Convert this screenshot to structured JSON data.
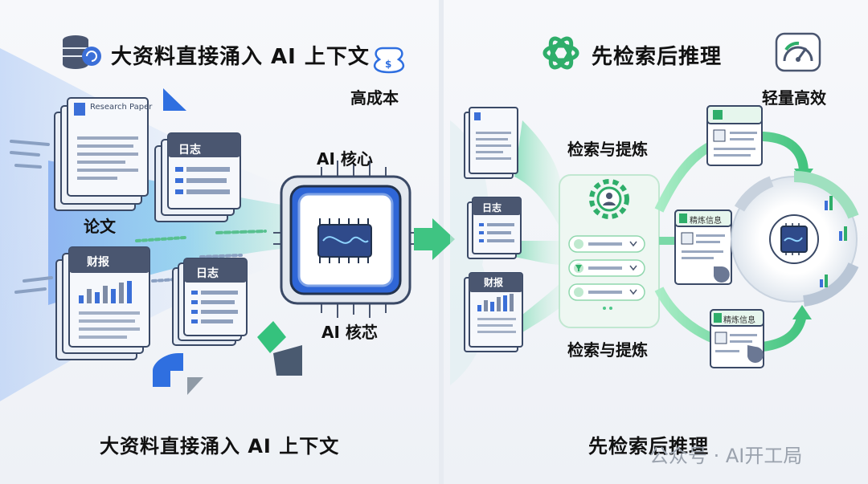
{
  "left": {
    "title": "大资料直接涌入 AI 上下文",
    "cost_label": "高成本",
    "doc_paper": "论文",
    "doc_paper_header": "Research Paper",
    "doc_log_top": "日志",
    "doc_finance": "财报",
    "doc_log_bottom": "日志",
    "core_top": "AI 核心",
    "core_bottom": "AI 核芯",
    "footer": "大资料直接涌入 AI 上下文"
  },
  "right": {
    "title": "先检索后推理",
    "efficiency_label": "轻量高效",
    "doc_log": "日志",
    "doc_finance": "财报",
    "retrieve_top": "检索与提炼",
    "retrieve_bottom": "检索与提炼",
    "refined_mid": "精炼信息",
    "refined_bottom": "精炼信息",
    "footer": "先检索后推理"
  },
  "watermark": "公众号 · AI开工局",
  "colors": {
    "blue": "#3b6fd8",
    "green": "#3fbf7f",
    "navy": "#2f3c57"
  },
  "icons": [
    "database-icon",
    "money-bag-icon",
    "openai-logo-icon",
    "gauge-icon",
    "gear-icon",
    "chip-icon",
    "filter-icon"
  ]
}
